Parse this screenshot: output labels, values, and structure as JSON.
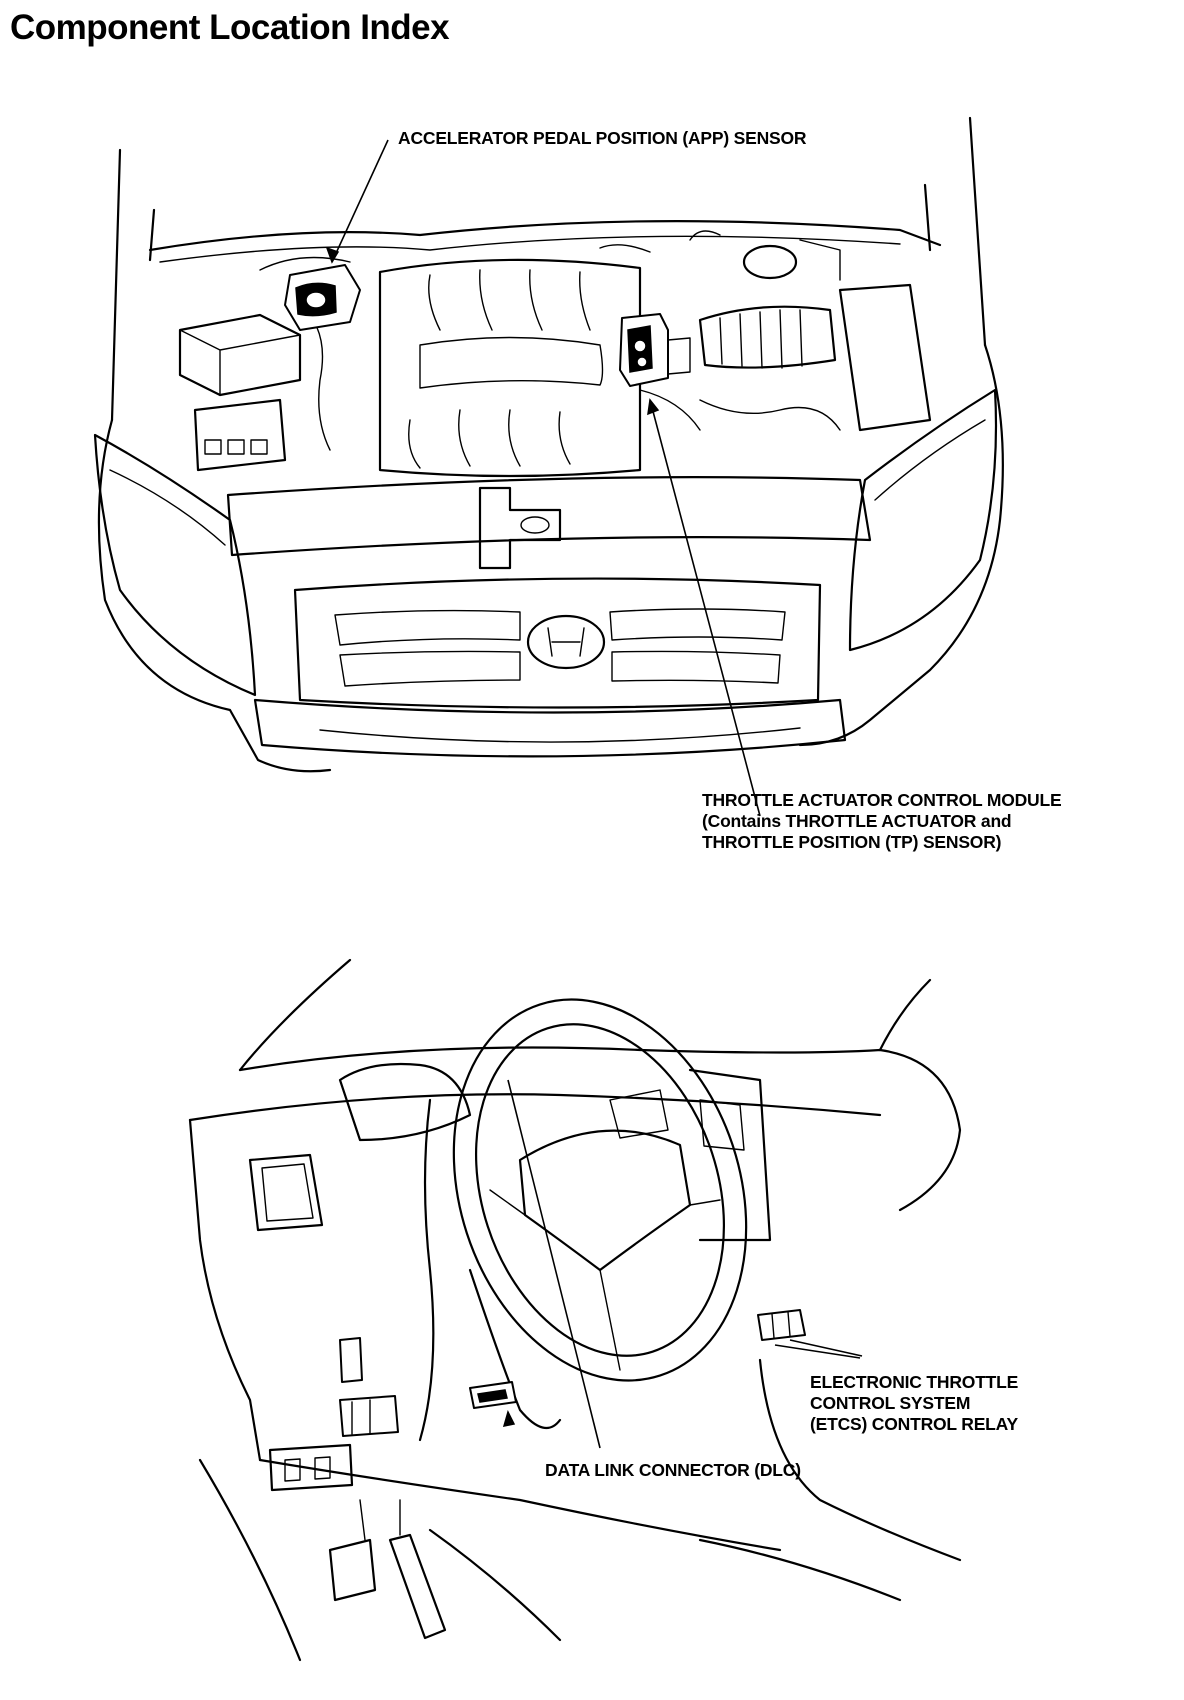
{
  "page": {
    "title": "Component Location Index"
  },
  "engine_figure": {
    "labels": {
      "app_sensor": "ACCELERATOR PEDAL POSITION (APP) SENSOR",
      "tac_module_line1": "THROTTLE ACTUATOR CONTROL MODULE",
      "tac_module_line2": "(Contains THROTTLE ACTUATOR and",
      "tac_module_line3": "THROTTLE POSITION (TP) SENSOR)"
    }
  },
  "cabin_figure": {
    "labels": {
      "etcs_relay_line1": "ELECTRONIC THROTTLE",
      "etcs_relay_line2": "CONTROL SYSTEM",
      "etcs_relay_line3": "(ETCS) CONTROL RELAY",
      "dlc": "DATA LINK CONNECTOR (DLC)"
    }
  }
}
